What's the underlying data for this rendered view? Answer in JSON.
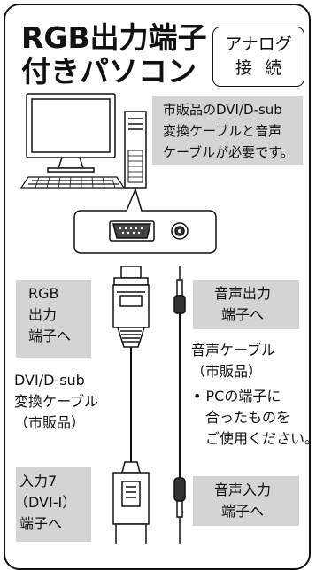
{
  "title_line1": "RGB出力端子",
  "title_line2": "付きパソコン",
  "badge_line1": "アナログ",
  "badge_line2": "接続",
  "pc_note_lines": [
    "市販品のDVI/D-sub",
    "変換ケーブルと音声",
    "ケーブルが必要です。"
  ],
  "rgb_out_lines": [
    "RGB",
    "出力",
    "端子へ"
  ],
  "audio_out_lines": [
    "音声出力",
    "端子へ"
  ],
  "audio_cable_lines": [
    "音声ケーブル",
    "（市販品）"
  ],
  "bullet_lines": [
    "• PCの端子に",
    "合ったものを",
    "ご使用ください。"
  ],
  "dvi_cable_lines": [
    "DVI/D-sub",
    "変換ケーブル",
    "（市販品）"
  ],
  "input7_lines": [
    "入力7",
    "（DVI-I）",
    "端子へ"
  ],
  "audio_in_lines": [
    "音声入力",
    "端子へ"
  ],
  "colors": {
    "callout_gray": "#d4d4d4",
    "line": "#111111"
  }
}
